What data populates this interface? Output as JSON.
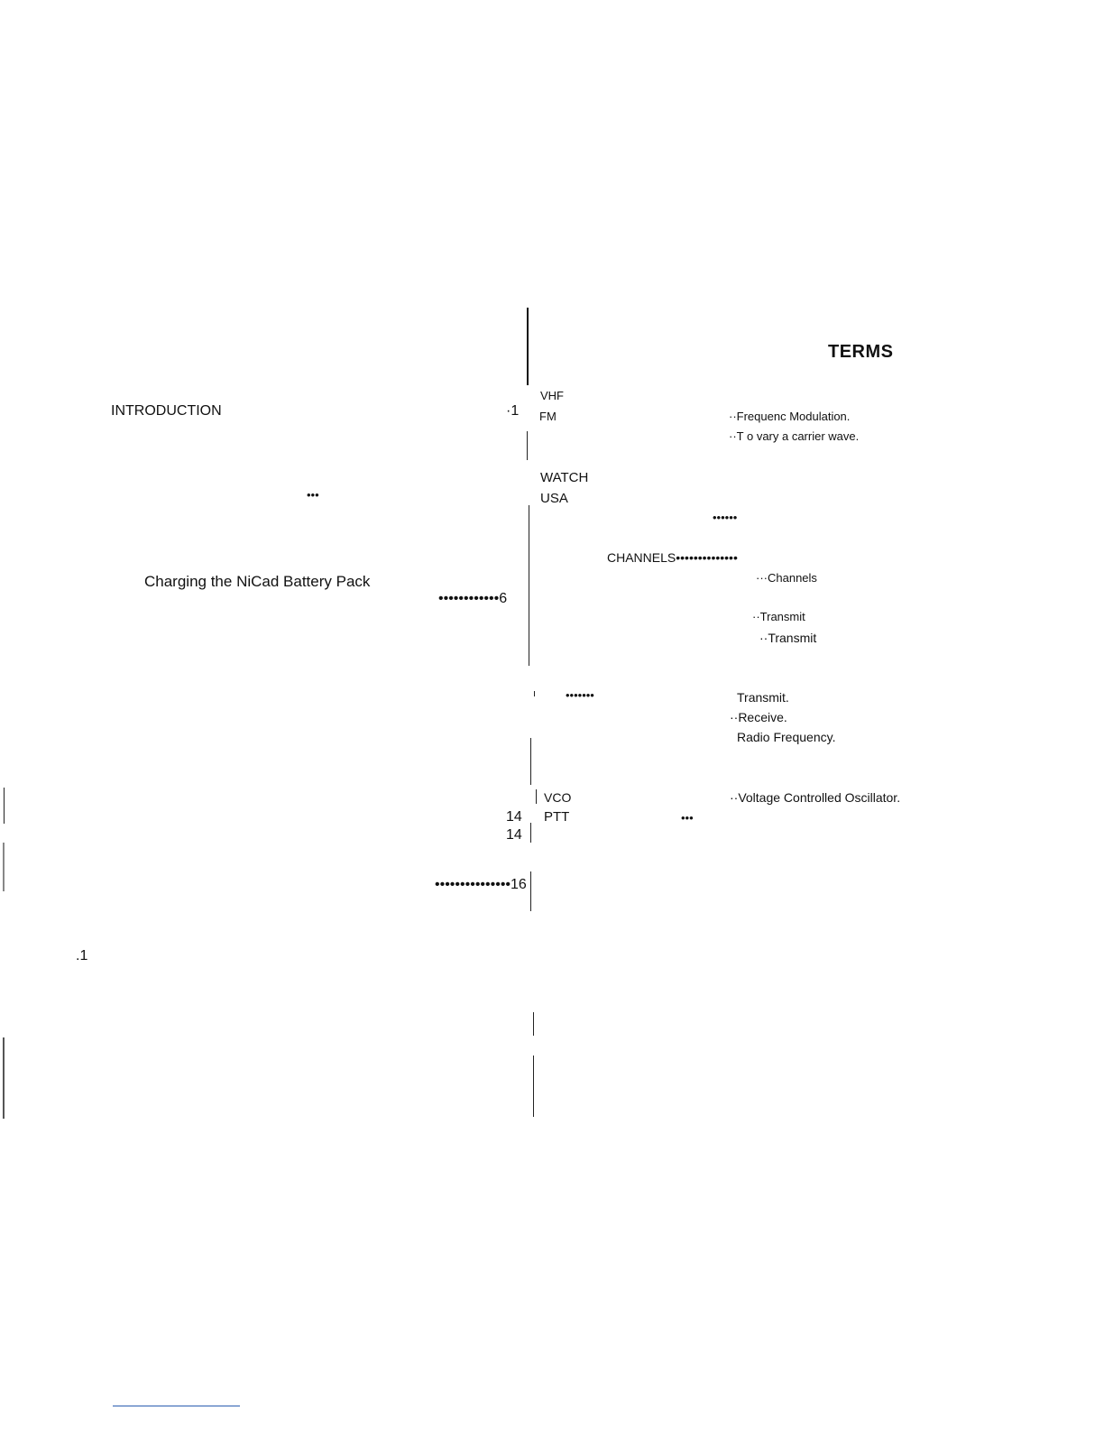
{
  "left_column": {
    "introduction": "INTRODUCTION",
    "introduction_page": "·1",
    "stray_dots": "•••",
    "charging": "Charging the NiCad Battery Pack",
    "charging_page": "••••••••••••6",
    "page_14a": "14",
    "page_14b": "14",
    "page_16": "•••••••••••••••16",
    "stray_page": ".1"
  },
  "terms": {
    "heading": "TERMS",
    "vhf": "VHF",
    "fm": "FM",
    "fm_def": "··Frequenc  Modulation.",
    "modulate_def": "··T o vary a carrier wave.",
    "watch": "WATCH",
    "usa": "USA",
    "usa_dots": "••••••",
    "channels": "CHANNELS••••••••••••••",
    "channels_def": "···Channels",
    "transmit_def_1": "··Transmit",
    "transmit_def_2": "··Transmit",
    "tx_dots": "•••••••",
    "tx_def": "Transmit.",
    "rx_def": "··Receive.",
    "rf_def": "Radio Frequency.",
    "vco": "VCO",
    "vco_def": "··Voltage Controlled Oscillator.",
    "ptt": "PTT",
    "ptt_dots": "•••"
  }
}
